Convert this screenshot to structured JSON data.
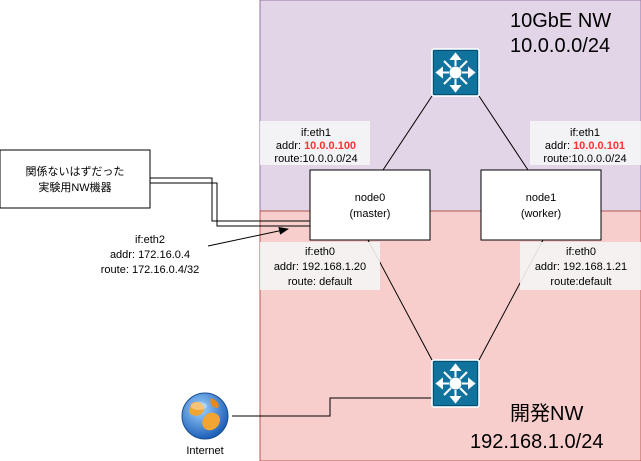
{
  "networks": {
    "top": {
      "name": "10GbE NW",
      "cidr": "10.0.0.0/24",
      "fill": "#e1d5e7",
      "stroke": "#9673a6"
    },
    "bottom": {
      "name": "開発NW",
      "cidr": "192.168.1.0/24",
      "fill": "#f8cecc",
      "stroke": "#b85450"
    }
  },
  "nodes": {
    "node0": {
      "name": "node0",
      "role": "(master)"
    },
    "node1": {
      "name": "node1",
      "role": "(worker)"
    }
  },
  "labels": {
    "node0_eth1": {
      "if": "if:eth1",
      "addr_prefix": "addr: ",
      "addr": "10.0.0.100",
      "route": "route:10.0.0.0/24"
    },
    "node1_eth1": {
      "if": "if:eth1",
      "addr_prefix": "addr: ",
      "addr": "10.0.0.101",
      "route": "route:10.0.0.0/24"
    },
    "node0_eth0": {
      "if": "if:eth0",
      "addr": "addr: 192.168.1.20",
      "route": "route: default"
    },
    "node1_eth0": {
      "if": "if:eth0",
      "addr": "addr: 192.168.1.21",
      "route": "route:default"
    },
    "node0_eth2": {
      "if": "if:eth2",
      "addr": "addr: 172.16.0.4",
      "route": "route: 172.16.0.4/32"
    }
  },
  "external_device": {
    "line1": "関係ないはずだった",
    "line2": "実験用NW機器"
  },
  "internet": {
    "label": "Internet"
  },
  "icons": {
    "switch": "network-switch-icon",
    "internet": "globe-icon"
  },
  "colors": {
    "switch_fill": "#10739e",
    "highlight_addr": "#ff3333",
    "label_bg": "#f5f5f5"
  }
}
